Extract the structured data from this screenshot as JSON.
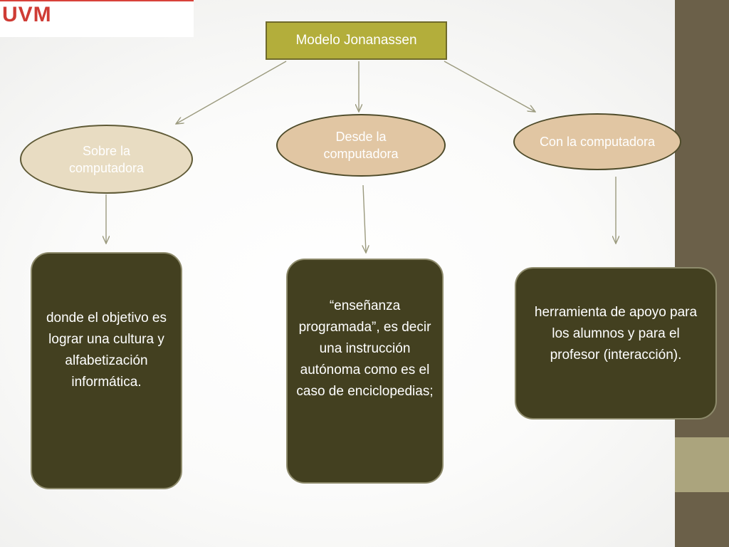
{
  "logo": {
    "text": "UVM",
    "color": "#cf3c35"
  },
  "colors": {
    "root_fill": "#b3ae3b",
    "ellipse_light": "#e8dcc2",
    "ellipse_tan": "#e1c6a3",
    "box_fill": "#434020",
    "sidebar": "#6b6049",
    "sidebar_accent": "#aba47d",
    "arrow": "#9b9a7e"
  },
  "diagram": {
    "root": "Modelo Jonanassen",
    "branches": [
      {
        "label": "Sobre la computadora",
        "description": "donde el objetivo es lograr una cultura y alfabetización informática."
      },
      {
        "label": "Desde la computadora",
        "description": "“enseñanza programada”, es decir una instrucción autónoma como es el caso de enciclopedias;"
      },
      {
        "label": "Con la computadora",
        "description": "herramienta de apoyo para los alumnos y para el profesor (interacción)."
      }
    ]
  }
}
